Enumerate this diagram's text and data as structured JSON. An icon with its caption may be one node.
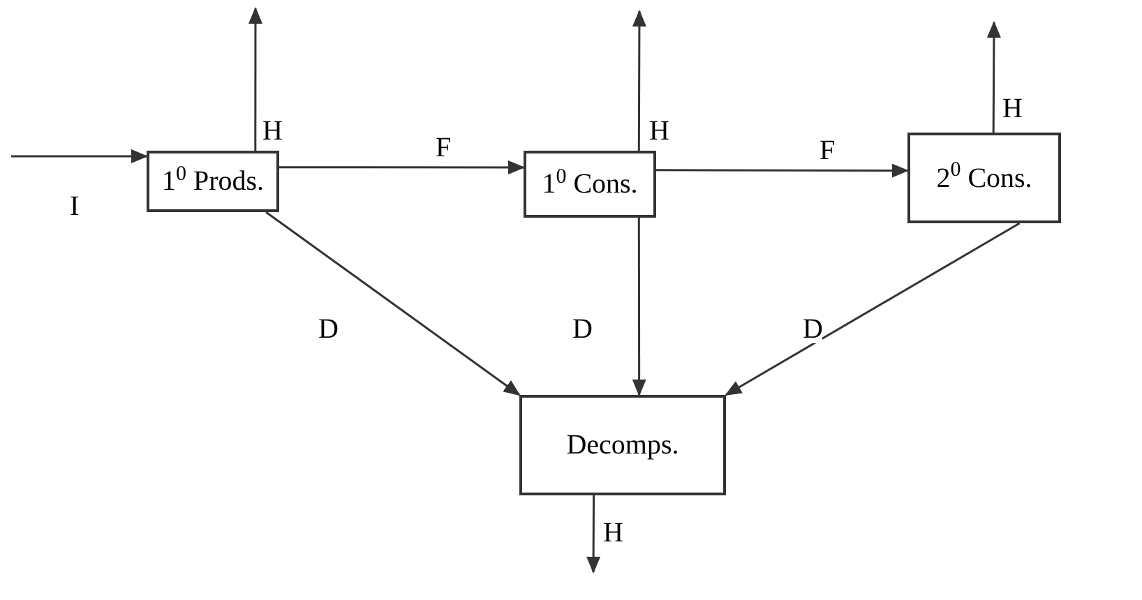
{
  "diagram": {
    "nodes": [
      {
        "text": [
          "1$^{0}$ Prods."
        ]
      },
      {
        "text": [
          "1$^{0}$ Cons."
        ]
      },
      {
        "text": [
          "2$^{0}$ Cons."
        ]
      },
      {
        "text": [
          "Decomps."
        ]
      }
    ],
    "edges": [
      {
        "from": null,
        "to": 0,
        "arrow": "to",
        "label": "I"
      },
      {
        "from": 0,
        "to": null,
        "arrow": "to",
        "label": "H"
      },
      {
        "from": 0,
        "to": 1,
        "arrow": "to",
        "label": "F"
      },
      {
        "from": 1,
        "to": null,
        "arrow": "to",
        "label": "H"
      },
      {
        "from": 1,
        "to": 2,
        "arrow": "to",
        "label": "F"
      },
      {
        "from": 2,
        "to": null,
        "arrow": "to",
        "label": "H"
      },
      {
        "from": 0,
        "to": 3,
        "arrow": "to",
        "label": "D"
      },
      {
        "from": 1,
        "to": 3,
        "arrow": "to",
        "label": "D"
      },
      {
        "from": 2,
        "to": 3,
        "arrow": "to",
        "label": "D"
      },
      {
        "from": 3,
        "to": null,
        "arrow": "to",
        "label": "H"
      }
    ]
  }
}
